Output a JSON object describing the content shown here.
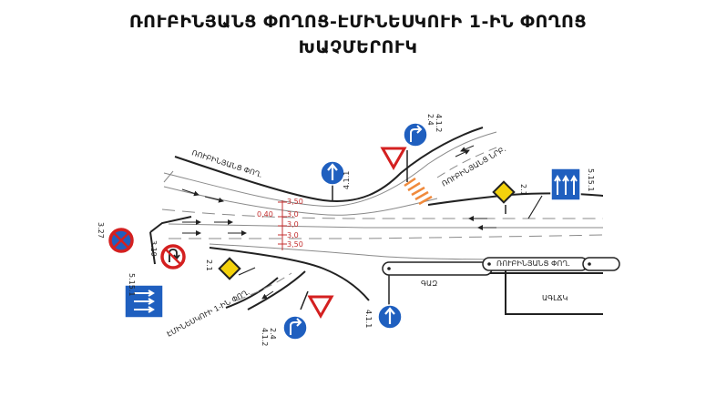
{
  "title": {
    "line1": "ՌՈՒԲԻՆՅԱՆՑ ՓՈՂՈՑ-ԷՄԻՆԵՍԿՈՒԻ 1-ԻՆ ՓՈՂՈՑ",
    "line2": "ԽԱՉՄԵՐՈՒԿ"
  },
  "streets": {
    "rubinyants_upper": "ՌՈՒԲԻՆՅԱՆՑ ՓՈՂ.",
    "rubinyants_lane": "ՌՈՒԲԻՆՅԱՆՑ ՆՐԲ.",
    "rubinyants_right": "ՌՈՒԲԻՆՅԱՆՑ ՓՈՂ.",
    "eminesku": "ԷՄԻՆԵՍԿՈՒԻ 1-ԻՆ ՓՈՂ."
  },
  "places": {
    "median": "ԳԱԶ",
    "station": "ԱԳԼՃԿ"
  },
  "dimensions": [
    "3,50",
    "0,40",
    "3,0",
    "3,0",
    "3,0",
    "3,50"
  ],
  "signs": {
    "s411_top": "4.1.1",
    "s412_top": "4.1.2",
    "s24_top": "2.4",
    "s21_right": "2.1",
    "s5151_right": "5.15.1",
    "s327": "3.27",
    "s319": "3.19",
    "s5151_left": "5.15.1",
    "s21_left": "2.1",
    "s24_bottom": "2.4",
    "s412_bottom": "4.1.2",
    "s411_bottom": "4.1.1"
  },
  "colors": {
    "sign_blue": "#1f5fbf",
    "sign_red": "#d42020",
    "priority_yellow": "#f4d20c",
    "dimension_red": "#c43030",
    "crosswalk_orange": "#f08a3c",
    "road_line": "#222222",
    "lane_gray": "#8a8a8a"
  }
}
